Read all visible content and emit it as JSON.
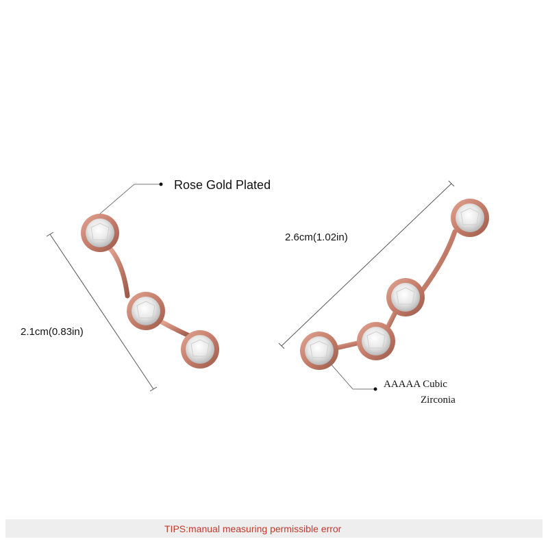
{
  "labels": {
    "plating": "Rose Gold Plated",
    "left_length": "2.1cm(0.83in)",
    "right_length": "2.6cm(1.02in)",
    "stone_line1": "AAAAA Cubic",
    "stone_line2": "Zirconia"
  },
  "tips": "TIPS:manual measuring permissible error",
  "colors": {
    "metal": "#c47d6a",
    "metal_dark": "#a45f4e",
    "crystal": "#f4f4f4",
    "tips_text": "#c0392b",
    "tips_bar": "#eeeeee"
  }
}
